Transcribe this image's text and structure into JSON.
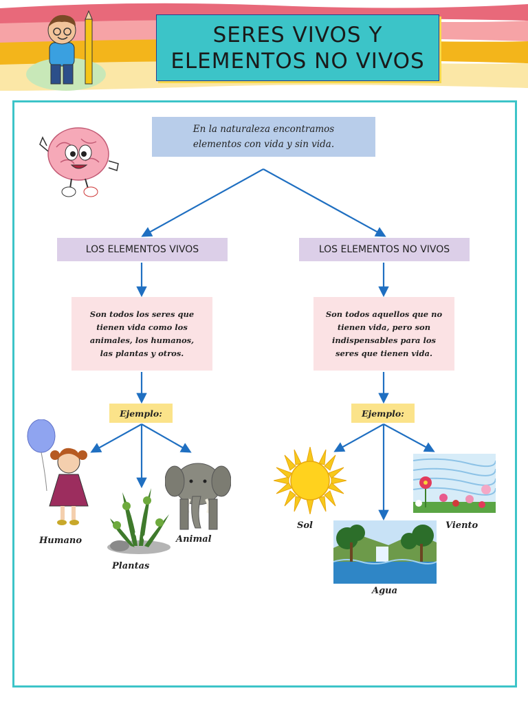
{
  "header": {
    "title_line1": "SERES VIVOS Y",
    "title_line2": "ELEMENTOS NO VIVOS"
  },
  "intro": {
    "line1": "En la naturaleza encontramos",
    "line2": "elementos con vida y sin vida."
  },
  "living": {
    "heading": "LOS ELEMENTOS VIVOS",
    "desc_line1": "Son todos los seres que",
    "desc_line2": "tienen vida como los",
    "desc_line3": "animales, los humanos,",
    "desc_line4": "las plantas y otros.",
    "example_label": "Ejemplo:",
    "examples": [
      "Humano",
      "Plantas",
      "Animal"
    ]
  },
  "nonliving": {
    "heading": "LOS ELEMENTOS NO VIVOS",
    "desc_line1": "Son todos aquellos que no",
    "desc_line2": "tienen vida, pero son",
    "desc_line3": "indispensables para los",
    "desc_line4": "seres que tienen vida.",
    "example_label": "Ejemplo:",
    "examples": [
      "Sol",
      "Agua",
      "Viento"
    ]
  },
  "colors": {
    "frame": "#3cc4c8",
    "arrow": "#1f6fc1",
    "intro_bg": "#b8cdea",
    "heading_bg": "#dccfe8",
    "desc_bg": "#fbe2e4",
    "example_bg": "#fbe38a"
  }
}
